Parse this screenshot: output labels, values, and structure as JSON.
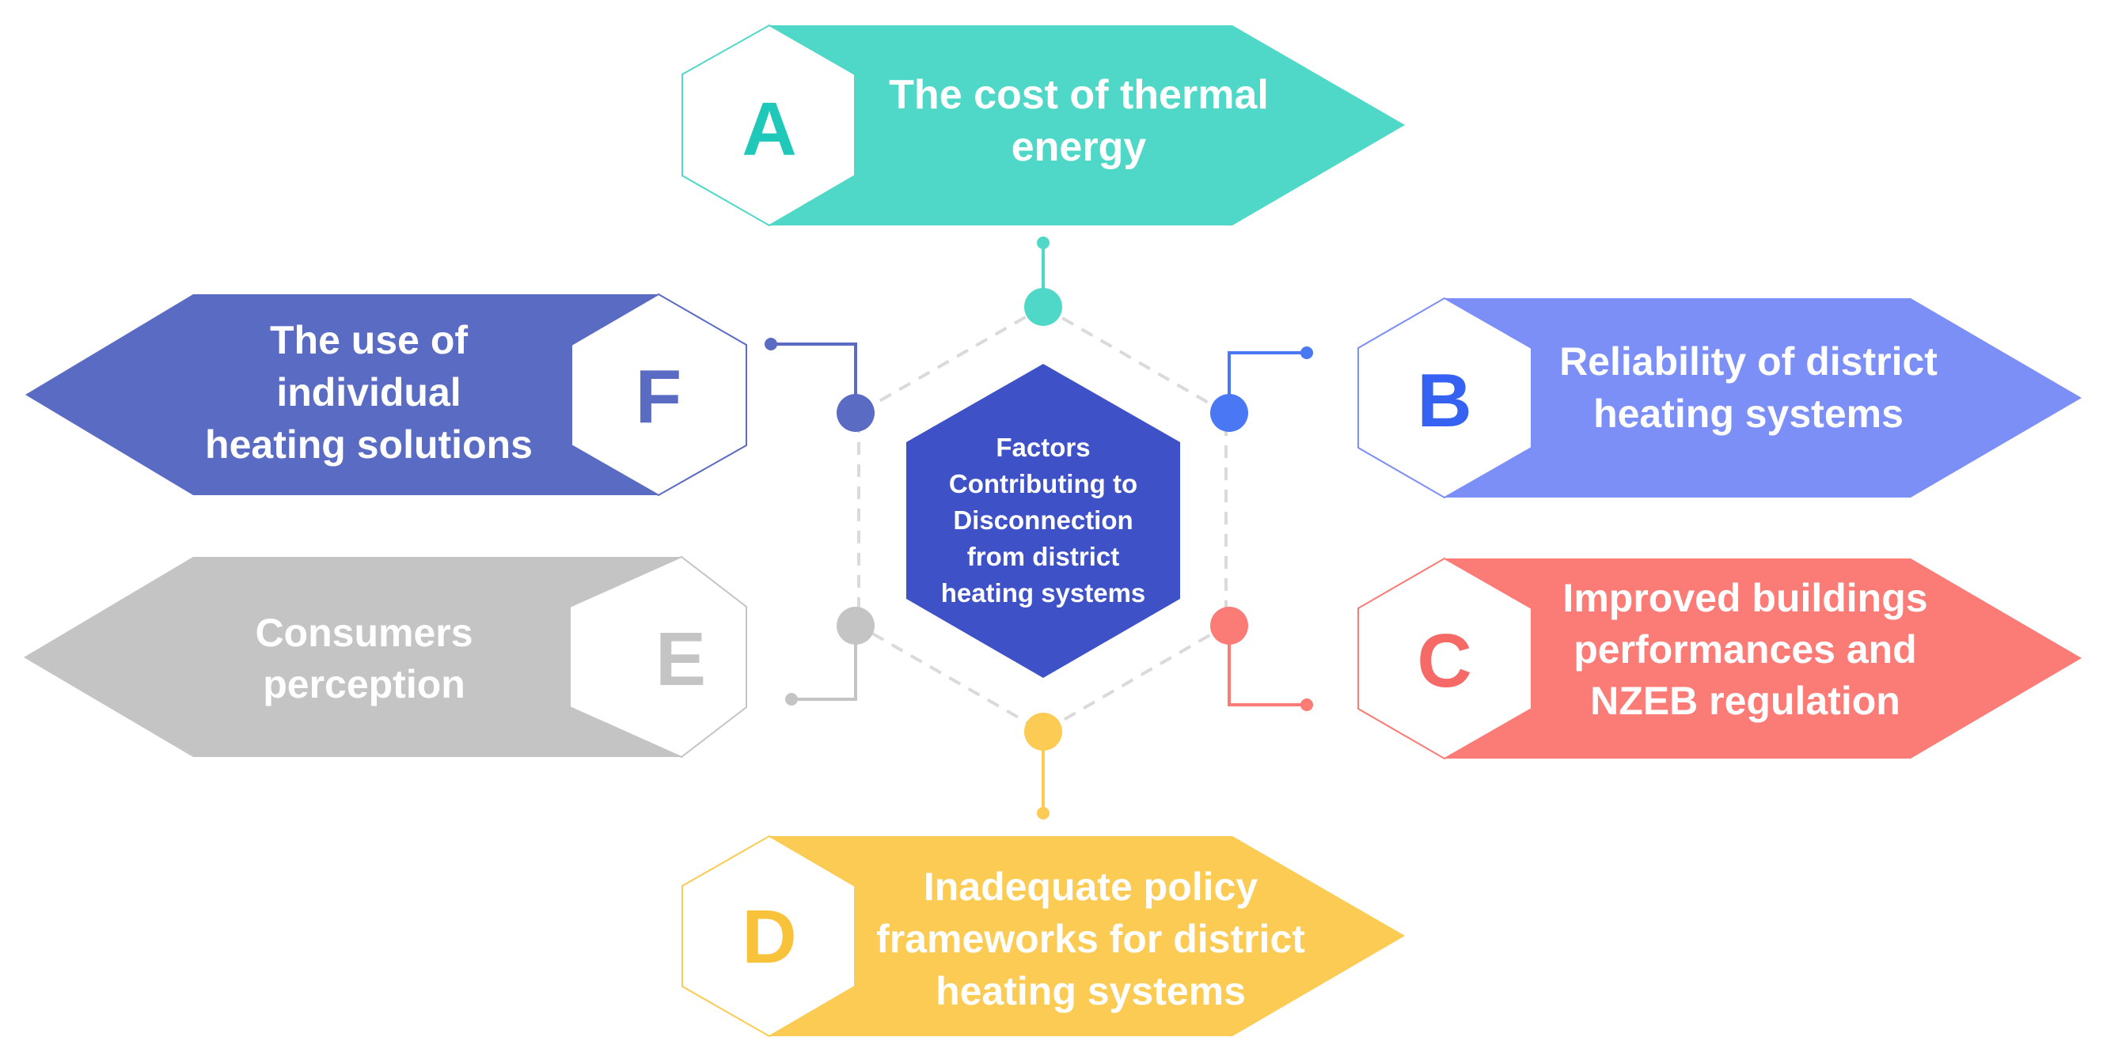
{
  "center": {
    "lines": [
      "Factors",
      "Contributing to",
      "Disconnection",
      "from district",
      "heating systems"
    ],
    "color": "#3F51C7"
  },
  "factors": [
    {
      "id": "A",
      "letter": "A",
      "lines": [
        "The cost of thermal",
        "energy"
      ],
      "color": "#4FD8C7",
      "letter_color": "#1FC8B8"
    },
    {
      "id": "B",
      "letter": "B",
      "lines": [
        "Reliability of district",
        "heating systems"
      ],
      "color": "#7B8FF7",
      "letter_color": "#3562F2"
    },
    {
      "id": "C",
      "letter": "C",
      "lines": [
        "Improved buildings",
        "performances and",
        "NZEB regulation"
      ],
      "color": "#FB7B76",
      "letter_color": "#F56A66"
    },
    {
      "id": "D",
      "letter": "D",
      "lines": [
        "Inadequate policy",
        "frameworks for district",
        "heating systems"
      ],
      "color": "#FBCB54",
      "letter_color": "#F8C23A"
    },
    {
      "id": "E",
      "letter": "E",
      "lines": [
        "Consumers",
        "perception"
      ],
      "color": "#C4C4C4",
      "letter_color": "#C4C4C4"
    },
    {
      "id": "F",
      "letter": "F",
      "lines": [
        "The use of",
        "individual",
        "heating solutions"
      ],
      "color": "#5A6BC3",
      "letter_color": "#5A6BC3"
    }
  ],
  "connector_colors": {
    "A": "#4FD8C7",
    "B": "#4A78F5",
    "C": "#FB7B76",
    "D": "#FBCB54",
    "E": "#C4C4C4",
    "F": "#5A6BC3"
  },
  "dashed_ring_color": "#DADADA"
}
